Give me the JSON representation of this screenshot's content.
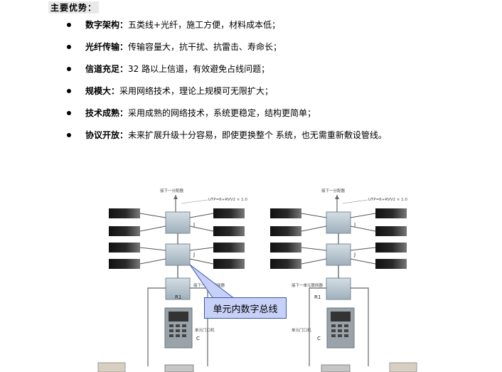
{
  "heading": "主要优势：",
  "features": [
    {
      "term": "数字架构：",
      "desc": "五类线+光纤，施工方便，材料成本低；"
    },
    {
      "term": "光纤传输：",
      "desc": "传输容量大，抗干扰、抗雷击、寿命长；"
    },
    {
      "term": "信道充足：",
      "desc": "32 路以上信道，有效避免占线问题；"
    },
    {
      "term": "规模大：",
      "desc": "  采用网络技术，理论上规模可无限扩大；"
    },
    {
      "term": "技术成熟：",
      "desc": "采用成熟的网络技术，系统更稳定，结构更简单；"
    },
    {
      "term": "协议开放：",
      "desc": "未来扩展升级十分容易，即使更换整个 系统，也无需重新敷设管线。"
    }
  ],
  "diagram": {
    "left": {
      "top_label": "接下一分配器",
      "formula": "UTP=6+RVV2 × 1.0",
      "j1": "J",
      "j2": "J",
      "r1": "R1",
      "switch_label": "接下一单元联网器",
      "door_label": "单元门口机",
      "c": "C"
    },
    "right": {
      "top_label": "接下一分配器",
      "formula": "UTP=6+RVV2 × 1.0",
      "j1": "J",
      "j2": "J",
      "r1": "R1",
      "switch_label": "接下一单元联网器",
      "door_label": "单元门口机",
      "c": "C"
    },
    "callout": "单元内数字总线"
  }
}
